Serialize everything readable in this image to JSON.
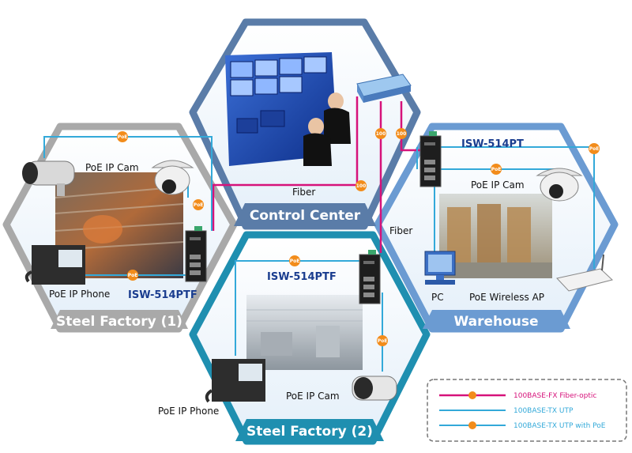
{
  "zones": {
    "control_center": {
      "title": "Control Center"
    },
    "steel_factory_1": {
      "title": "Steel Factory (1)"
    },
    "steel_factory_2": {
      "title": "Steel Factory (2)"
    },
    "warehouse": {
      "title": "Warehouse"
    }
  },
  "labels": {
    "fiber_top": "Fiber",
    "fiber_right": "Fiber",
    "sf1_cam": "PoE IP Cam",
    "sf1_phone": "PoE IP Phone",
    "sf1_switch": "ISW-514PTF",
    "sf2_switch": "ISW-514PTF",
    "sf2_cam": "PoE IP Cam",
    "sf2_phone": "PoE IP Phone",
    "wh_switch": "ISW-514PT",
    "wh_cam": "PoE IP Cam",
    "wh_pc": "PC",
    "wh_ap": "PoE Wireless AP"
  },
  "badges": {
    "poe": "PoE",
    "fiber100": "100"
  },
  "legend": {
    "fiber": "100BASE-FX Fiber-optic",
    "utp": "100BASE-TX UTP",
    "utp_poe": "100BASE-TX UTP with PoE"
  },
  "colors": {
    "fiber": "#d6127a",
    "utp": "#33a9d9",
    "badge": "#f28c1b",
    "hex_cc": "#5a7ca8",
    "hex_sf1": "#a9a9a9",
    "hex_sf2": "#1f8fb0",
    "hex_wh": "#6b9bd2",
    "model_text": "#1a3d8f"
  }
}
